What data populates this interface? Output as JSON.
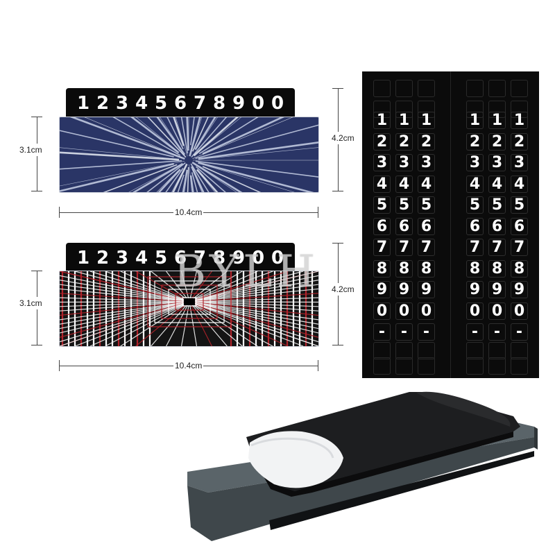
{
  "card1": {
    "digits": [
      "1",
      "2",
      "3",
      "4",
      "5",
      "6",
      "7",
      "8",
      "9",
      "0",
      "0"
    ],
    "height_label": "3.1cm",
    "width_label": "10.4cm",
    "total_height_label": "4.2cm",
    "panel_color": "#2a3566"
  },
  "card2": {
    "digits": [
      "1",
      "2",
      "3",
      "4",
      "5",
      "6",
      "7",
      "8",
      "9",
      "0",
      "0"
    ],
    "height_label": "3.1cm",
    "width_label": "10.4cm",
    "total_height_label": "4.2cm",
    "accent_color": "#b0222a"
  },
  "sticker_sheet": {
    "rows": [
      "1",
      "2",
      "3",
      "4",
      "5",
      "6",
      "7",
      "8",
      "9",
      "0",
      "-"
    ],
    "columns_per_half": 3
  },
  "watermark": "BYLH",
  "colors": {
    "strip": "#0a0a0a",
    "case": "#4f5a60"
  }
}
